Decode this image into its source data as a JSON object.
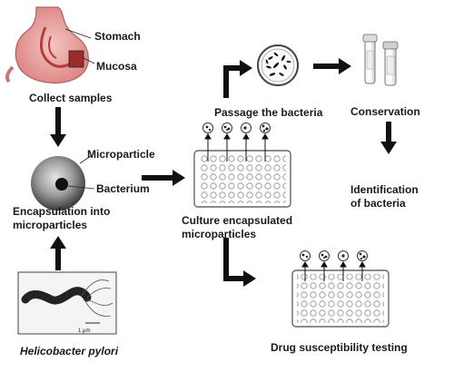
{
  "labels": {
    "stomach": "Stomach",
    "mucosa": "Mucosa",
    "collect_samples": "Collect samples",
    "microparticle": "Microparticle",
    "bacterium": "Bacterium",
    "encapsulation_line1": "Encapsulation into",
    "encapsulation_line2": "microparticles",
    "organism": "Helicobacter pylori",
    "passage": "Passage the bacteria",
    "conservation": "Conservation",
    "identification_line1": "Identification",
    "identification_line2": "of bacteria",
    "culture_line1": "Culture encapsulated",
    "culture_line2": "microparticles",
    "drug_testing": "Drug susceptibility testing",
    "scale_bar": "1 μm"
  },
  "colors": {
    "arrow": "#111111",
    "stomach_pink": "#e8a0a0",
    "mucosa_red": "#b83a3a",
    "plate_border": "#666666",
    "particle_dark": "#333333"
  }
}
